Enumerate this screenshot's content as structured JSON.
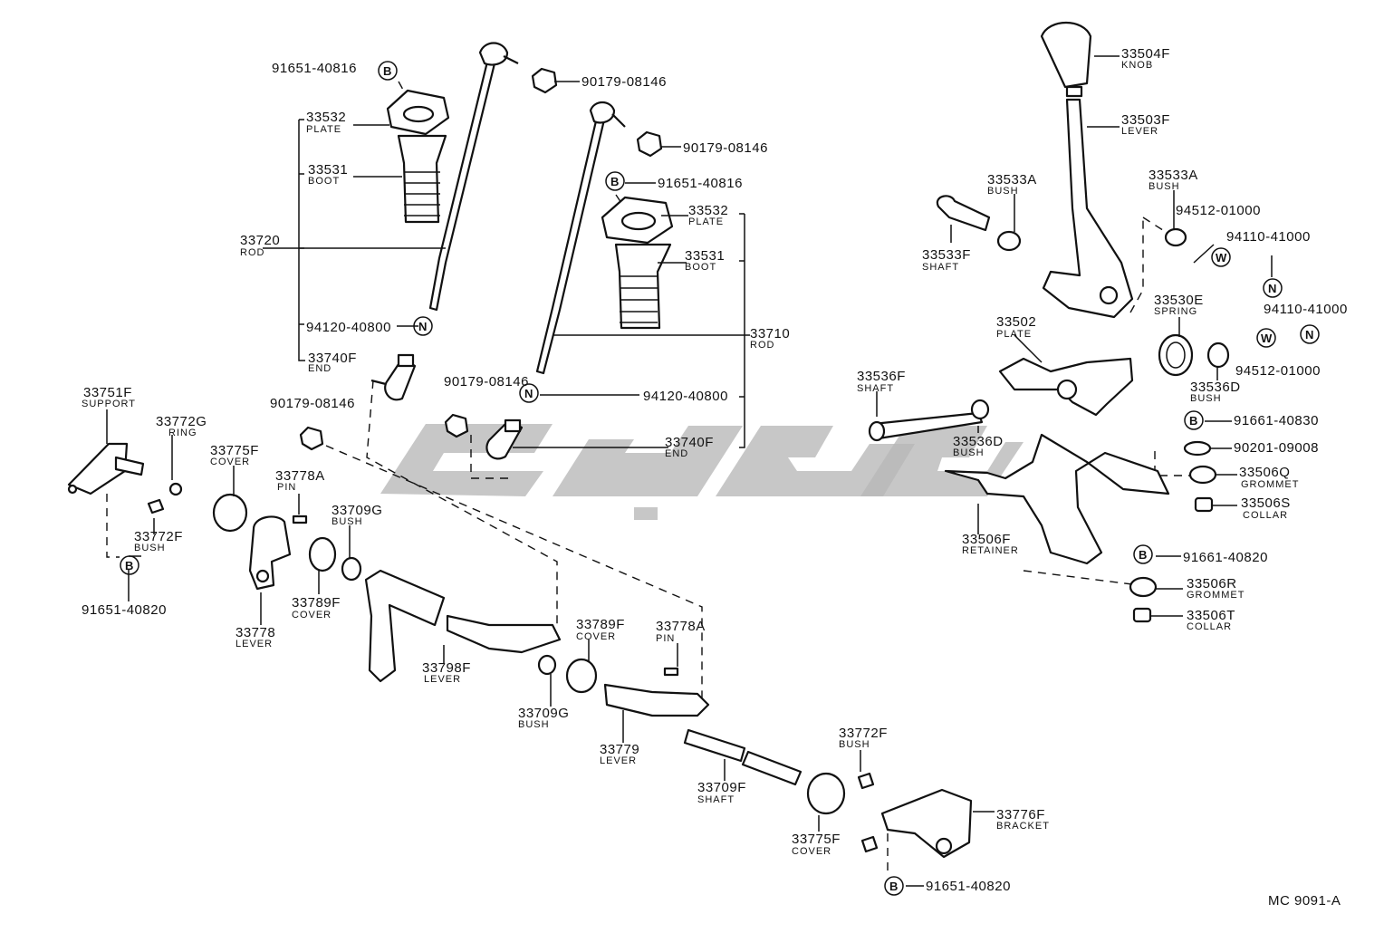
{
  "diagram_code": "MC 9091-A",
  "labels": {
    "rod_a": {
      "no": "33720",
      "name": "ROD"
    },
    "plate_a": {
      "no": "33532",
      "name": "PLATE"
    },
    "boot_a": {
      "no": "33531",
      "name": "BOOT"
    },
    "end_a": {
      "no": "33740F",
      "name": "END"
    },
    "bolt_b_a": {
      "no": "91651-40816",
      "sym": "B"
    },
    "nut_n_a": {
      "no": "94120-40800",
      "sym": "N"
    },
    "nut_a1": {
      "no": "90179-08146"
    },
    "nut_a2": {
      "no": "90179-08146"
    },
    "nut_a3": {
      "no": "90179-08146"
    },
    "nut_a4": {
      "no": "90179-08146"
    },
    "bolt_b_b": {
      "no": "91651-40816",
      "sym": "B"
    },
    "plate_b": {
      "no": "33532",
      "name": "PLATE"
    },
    "boot_b": {
      "no": "33531",
      "name": "BOOT"
    },
    "rod_b": {
      "no": "33710",
      "name": "ROD"
    },
    "nut_n_b": {
      "no": "94120-40800",
      "sym": "N"
    },
    "end_b": {
      "no": "33740F",
      "name": "END"
    },
    "knob": {
      "no": "33504F",
      "name": "KNOB"
    },
    "lever_shift": {
      "no": "33503F",
      "name": "LEVER"
    },
    "bush_33533a_l": {
      "no": "33533A",
      "name": "BUSH"
    },
    "shaft_33533f": {
      "no": "33533F",
      "name": "SHAFT"
    },
    "bush_33533a_r": {
      "no": "33533A",
      "name": "BUSH"
    },
    "bush_94512_a": {
      "no": "94512-01000"
    },
    "washer_w_a": {
      "no": "94110-41000",
      "sym": "W"
    },
    "nut_n_c": {
      "no": "94110-41000",
      "sym": "N"
    },
    "spring": {
      "no": "33530E",
      "name": "SPRING"
    },
    "plate_33502": {
      "no": "33502",
      "name": "PLATE"
    },
    "bush_94512_b": {
      "no": "94512-01000"
    },
    "bush_33536d_r": {
      "no": "33536D",
      "name": "BUSH"
    },
    "bolt_91661_a": {
      "no": "91661-40830",
      "sym": "B"
    },
    "shaft_33536f": {
      "no": "33536F",
      "name": "SHAFT"
    },
    "bush_33536d_l": {
      "no": "33536D",
      "name": "BUSH"
    },
    "washer_90201": {
      "no": "90201-09008"
    },
    "grommet_q": {
      "no": "33506Q",
      "name": "GROMMET"
    },
    "collar_s": {
      "no": "33506S",
      "name": "COLLAR"
    },
    "retainer": {
      "no": "33506F",
      "name": "RETAINER"
    },
    "bolt_91661_b": {
      "no": "91661-40820",
      "sym": "B"
    },
    "grommet_r": {
      "no": "33506R",
      "name": "GROMMET"
    },
    "collar_t": {
      "no": "33506T",
      "name": "COLLAR"
    },
    "support": {
      "no": "33751F",
      "name": "SUPPORT"
    },
    "ring": {
      "no": "33772G",
      "name": "RING"
    },
    "bush_33772f_l": {
      "no": "33772F",
      "name": "BUSH"
    },
    "bolt_91651_l": {
      "no": "91651-40820",
      "sym": "B"
    },
    "cover_33775f_l": {
      "no": "33775F",
      "name": "COVER"
    },
    "pin_l": {
      "no": "33778A",
      "name": "PIN"
    },
    "bush_33709g_l": {
      "no": "33709G",
      "name": "BUSH"
    },
    "cover_33789f_l": {
      "no": "33789F",
      "name": "COVER"
    },
    "lever_33778": {
      "no": "33778",
      "name": "LEVER"
    },
    "lever_33798f": {
      "no": "33798F",
      "name": "LEVER"
    },
    "cover_33789f_r": {
      "no": "33789F",
      "name": "COVER"
    },
    "pin_r": {
      "no": "33778A",
      "name": "PIN"
    },
    "bush_33709g_r": {
      "no": "33709G",
      "name": "BUSH"
    },
    "lever_33779": {
      "no": "33779",
      "name": "LEVER"
    },
    "shaft_33709f": {
      "no": "33709F",
      "name": "SHAFT"
    },
    "bush_33772f_r": {
      "no": "33772F",
      "name": "BUSH"
    },
    "bracket": {
      "no": "33776F",
      "name": "BRACKET"
    },
    "cover_33775f_r": {
      "no": "33775F",
      "name": "COVER"
    },
    "bolt_91651_br": {
      "no": "91651-40820",
      "sym": "B"
    }
  }
}
